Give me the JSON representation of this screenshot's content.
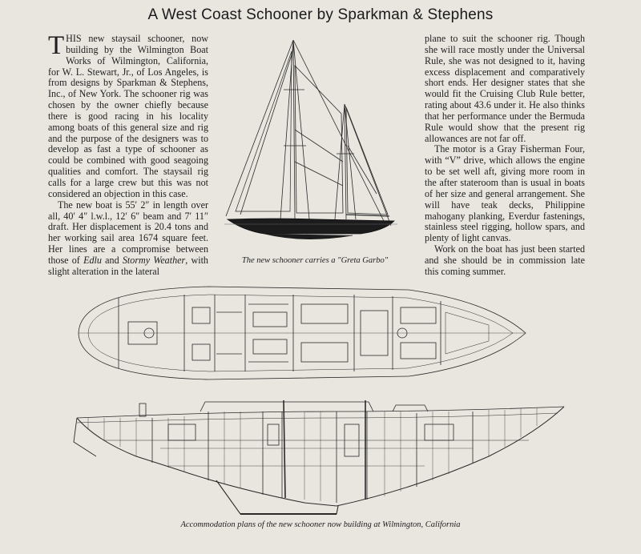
{
  "title": "A West Coast Schooner by Sparkman & Stephens",
  "article": {
    "dropcap": "T",
    "col1_p1_rest": "HIS new staysail schooner, now building by the Wilmington Boat Works of Wilmington, California, for W. L. Stewart, Jr., of Los Angeles, is from designs by Sparkman & Stephens, Inc., of New York. The schooner rig was chosen by the owner chiefly because there is good racing in his locality among boats of this general size and rig and the purpose of the designers was to develop as fast a type of schooner as could be combined with good seagoing qualities and comfort. The staysail rig calls for a large crew but this was not considered an objection in this case.",
    "col1_p2_a": "The new boat is 55′ 2″ in length over all, 40′ 4″ l.w.l., 12′ 6″ beam and 7′ 11″ draft. Her displacement is 20.4 tons and her working sail area 1674 square feet. Her lines are a compromise between those of ",
    "col1_p2_edlu": "Edlu",
    "col1_p2_and": " and ",
    "col1_p2_stormy": "Stormy Weather",
    "col1_p2_b": ", with slight alteration in the lateral",
    "col3_p1": "plane to suit the schooner rig. Though she will race mostly under the Universal Rule, she was not designed to it, having excess displacement and comparatively short ends. Her designer states that she would fit the Cruising Club Rule better, rating about 43.6 under it. He also thinks that her performance under the Bermuda Rule would show that the present rig allowances are not far off.",
    "col3_p2": "The motor is a Gray Fisherman Four, with “V” drive, which allows the engine to be set well aft, giving more room in the after stateroom than is usual in boats of her size and general arrangement. She will have teak decks, Philippine mahogany planking, Everdur fastenings, stainless steel rigging, hollow spars, and plenty of light canvas.",
    "col3_p3": "Work on the boat has just been started and she should be in commission late this coming summer."
  },
  "captions": {
    "sail_plan": "The new schooner carries a \"Greta Garbo\"",
    "accommodation": "Accommodation plans of the new schooner now building at Wilmington, California"
  },
  "colors": {
    "paper": "#e9e6e0",
    "ink": "#1e1e1e"
  }
}
